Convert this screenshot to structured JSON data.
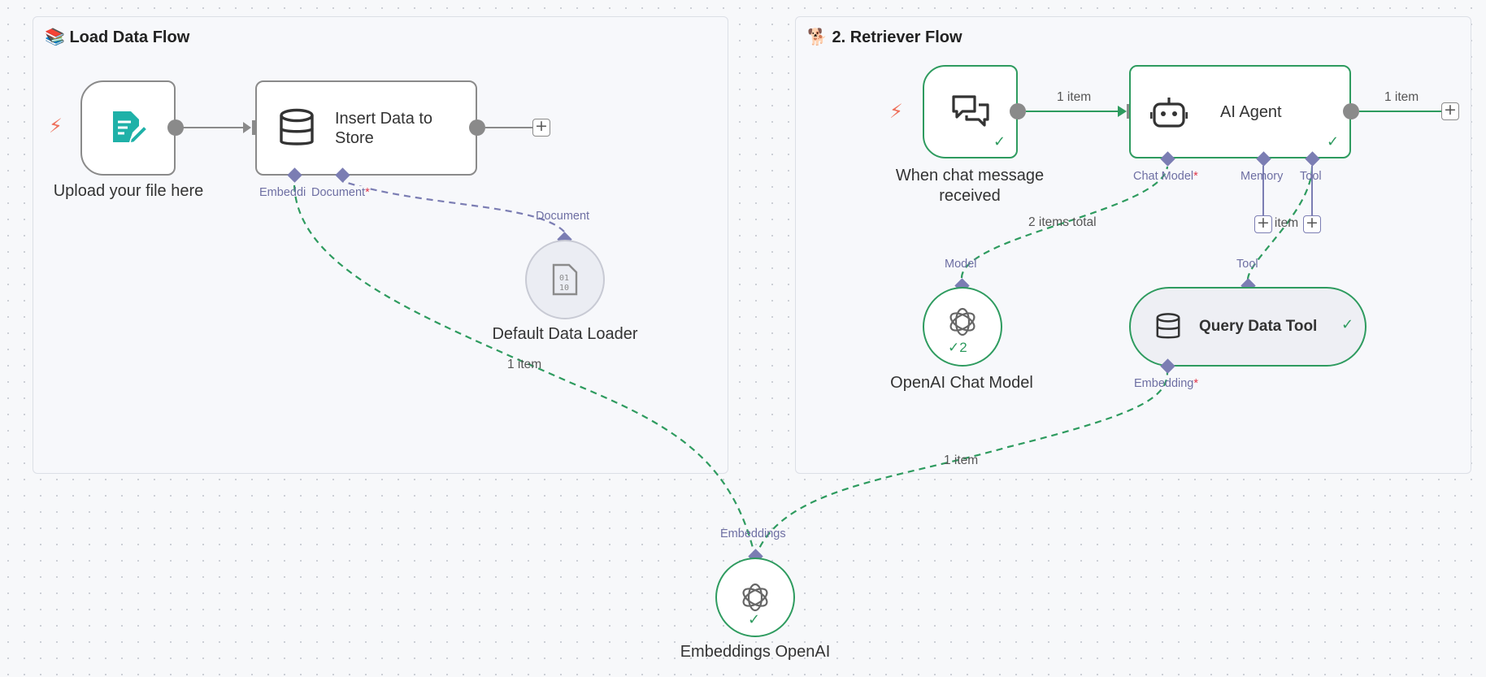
{
  "sticky_notes": {
    "load": {
      "emoji": "📚",
      "title": "Load Data Flow"
    },
    "retriever": {
      "emoji": "🐕",
      "title": "2. Retriever Flow"
    }
  },
  "nodes": {
    "upload": {
      "label": "Upload your file here",
      "icon": "file-edit-icon"
    },
    "insert": {
      "title": "Insert Data to Store",
      "icon": "database-icon"
    },
    "loader": {
      "label": "Default Data Loader",
      "icon": "binary-file-icon"
    },
    "embeddings": {
      "label": "Embeddings OpenAI",
      "icon": "openai-icon"
    },
    "chat_trigger": {
      "label_line1": "When chat message",
      "label_line2": "received",
      "icon": "chat-bubbles-icon"
    },
    "agent": {
      "title": "AI Agent",
      "icon": "robot-icon"
    },
    "chat_model": {
      "label": "OpenAI Chat Model",
      "icon": "openai-icon",
      "run_count": "2"
    },
    "query_tool": {
      "title": "Query Data Tool",
      "icon": "database-icon"
    }
  },
  "ports": {
    "insert_embedding": "Embeddi",
    "insert_document": "Document",
    "loader_document": "Document",
    "embeddings_out": "Embeddings",
    "agent_chat_model": "Chat Model",
    "agent_memory": "Memory",
    "agent_tool": "Tool",
    "chat_model_out": "Model",
    "query_tool_out": "Tool",
    "query_tool_embedding": "Embedding",
    "required_mark": "*"
  },
  "edges": {
    "embeddings_to_insert": "1 item",
    "trigger_to_agent": "1 item",
    "agent_out": "1 item",
    "model_to_agent": "2 items total",
    "tool_to_agent": "1 item",
    "embeddings_to_tool": "1 item"
  },
  "colors": {
    "success": "#2e9b5f",
    "port": "#7b7db3",
    "trigger": "#ee6f5a",
    "teal_icon": "#1fb1a8"
  }
}
